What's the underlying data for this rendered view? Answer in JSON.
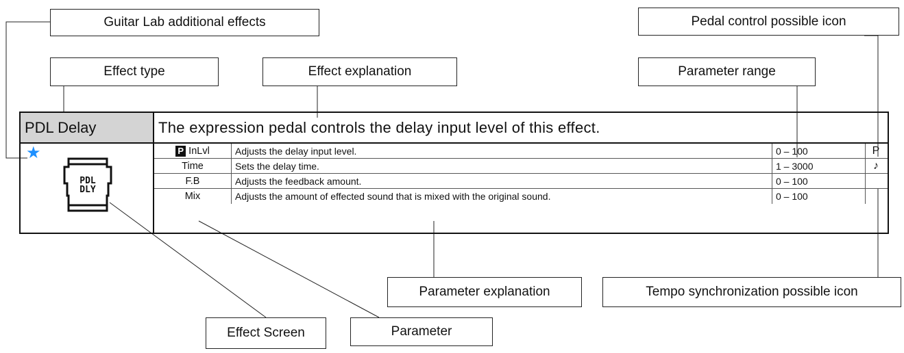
{
  "callouts": {
    "guitar_lab": "Guitar Lab additional effects",
    "pedal_control": "Pedal control possible icon",
    "effect_type": "Effect type",
    "effect_explanation": "Effect explanation",
    "parameter_range": "Parameter range",
    "parameter_explanation": "Parameter explanation",
    "tempo_sync": "Tempo synchronization possible icon",
    "effect_screen": "Effect Screen",
    "parameter": "Parameter"
  },
  "effect": {
    "name": "PDL Delay",
    "description": "The expression pedal controls the delay input level of this effect.",
    "guitar_lab_mark": "★",
    "screen_text_line1": "PDL",
    "screen_text_line2": "DLY"
  },
  "parameters": [
    {
      "badge": "P",
      "name": "InLvl",
      "explanation": "Adjusts the delay input level.",
      "range": "0 – 100",
      "icon": "P"
    },
    {
      "badge": "",
      "name": "Time",
      "explanation": "Sets the delay time.",
      "range": "1 – 3000",
      "icon": "♪"
    },
    {
      "badge": "",
      "name": "F.B",
      "explanation": "Adjusts the feedback amount.",
      "range": "0 – 100",
      "icon": ""
    },
    {
      "badge": "",
      "name": "Mix",
      "explanation": "Adjusts the amount of effected sound that is mixed with the original sound.",
      "range": "0 – 100",
      "icon": ""
    }
  ],
  "colors": {
    "name_cell_bg": "#d4d4d4",
    "star": "#1e90ff",
    "line": "#111111"
  }
}
